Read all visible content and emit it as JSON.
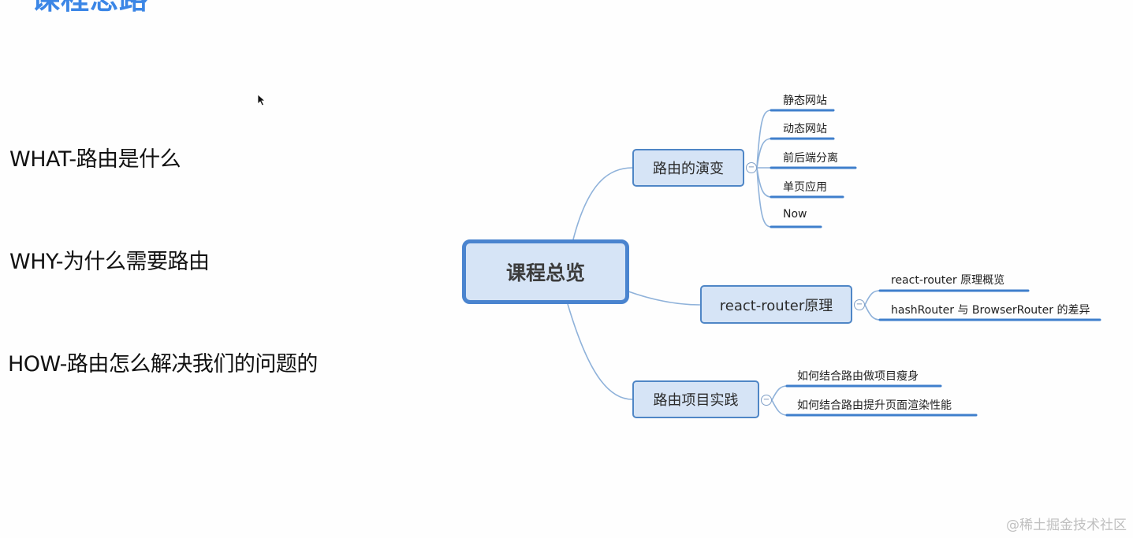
{
  "slide": {
    "title": "课程思路"
  },
  "points": [
    "WHAT-路由是什么",
    "WHY-为什么需要路由",
    "HOW-路由怎么解决我们的问题的"
  ],
  "mindmap": {
    "root": "课程总览",
    "toggle_symbol": "−",
    "branches": [
      {
        "label": "路由的演变",
        "children": [
          "静态网站",
          "动态网站",
          "前后端分离",
          "单页应用",
          "Now"
        ]
      },
      {
        "label": "react-router原理",
        "children": [
          "react-router 原理概览",
          "hashRouter 与 BrowserRouter 的差异"
        ]
      },
      {
        "label": "路由项目实践",
        "children": [
          "如何结合路由做项目瘦身",
          "如何结合路由提升页面渲染性能"
        ]
      }
    ]
  },
  "colors": {
    "title": "#3b86e6",
    "node_fill": "#d6e4f6",
    "node_border": "#4f86c6",
    "connector": "#8fb2da",
    "underline": "#3f7fcc"
  },
  "watermark": "@稀土掘金技术社区"
}
